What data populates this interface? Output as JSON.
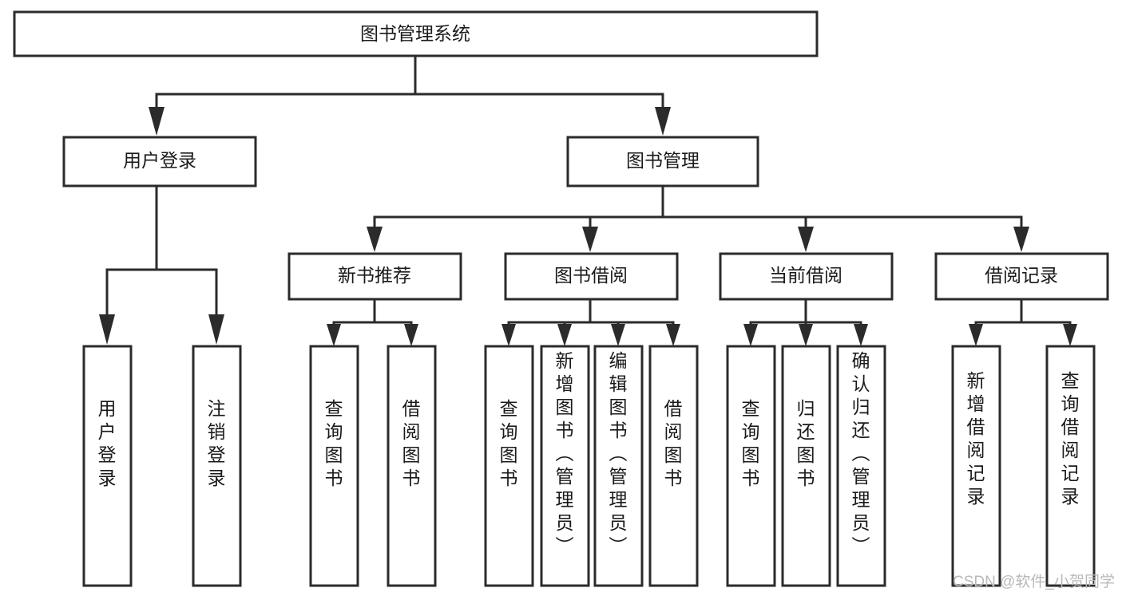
{
  "diagram": {
    "title": "图书管理系统",
    "type": "hierarchy-tree",
    "watermark": "CSDN @软件_小贺同学",
    "levels": [
      {
        "level": 1,
        "nodes": [
          {
            "id": "root",
            "label": "图书管理系统",
            "orientation": "horizontal"
          }
        ]
      },
      {
        "level": 2,
        "nodes": [
          {
            "id": "user-login",
            "label": "用户登录",
            "orientation": "horizontal",
            "parent": "root"
          },
          {
            "id": "book-manage",
            "label": "图书管理",
            "orientation": "horizontal",
            "parent": "root"
          }
        ]
      },
      {
        "level": 3,
        "nodes": [
          {
            "id": "new-book-rec",
            "label": "新书推荐",
            "orientation": "horizontal",
            "parent": "book-manage"
          },
          {
            "id": "book-borrow",
            "label": "图书借阅",
            "orientation": "horizontal",
            "parent": "book-manage"
          },
          {
            "id": "current-borrow",
            "label": "当前借阅",
            "orientation": "horizontal",
            "parent": "book-manage"
          },
          {
            "id": "borrow-record",
            "label": "借阅记录",
            "orientation": "horizontal",
            "parent": "book-manage"
          }
        ]
      },
      {
        "level": 4,
        "nodes": [
          {
            "id": "leaf-user-login",
            "label": "用户登录",
            "orientation": "vertical",
            "parent": "user-login"
          },
          {
            "id": "leaf-user-logout",
            "label": "注销登录",
            "orientation": "vertical",
            "parent": "user-login"
          },
          {
            "id": "leaf-query-book-1",
            "label": "查询图书",
            "orientation": "vertical",
            "parent": "new-book-rec"
          },
          {
            "id": "leaf-borrow-book-1",
            "label": "借阅图书",
            "orientation": "vertical",
            "parent": "new-book-rec"
          },
          {
            "id": "leaf-query-book-2",
            "label": "查询图书",
            "orientation": "vertical",
            "parent": "book-borrow"
          },
          {
            "id": "leaf-add-book",
            "label": "新增图书（管理员）",
            "orientation": "vertical",
            "parent": "book-borrow"
          },
          {
            "id": "leaf-edit-book",
            "label": "编辑图书（管理员）",
            "orientation": "vertical",
            "parent": "book-borrow"
          },
          {
            "id": "leaf-borrow-book-2",
            "label": "借阅图书",
            "orientation": "vertical",
            "parent": "book-borrow"
          },
          {
            "id": "leaf-query-book-3",
            "label": "查询图书",
            "orientation": "vertical",
            "parent": "current-borrow"
          },
          {
            "id": "leaf-return-book",
            "label": "归还图书",
            "orientation": "vertical",
            "parent": "current-borrow"
          },
          {
            "id": "leaf-confirm-return",
            "label": "确认归还（管理员）",
            "orientation": "vertical",
            "parent": "current-borrow"
          },
          {
            "id": "leaf-add-record",
            "label": "新增借阅记录",
            "orientation": "vertical",
            "parent": "borrow-record"
          },
          {
            "id": "leaf-query-record",
            "label": "查询借阅记录",
            "orientation": "vertical",
            "parent": "borrow-record"
          }
        ]
      }
    ],
    "colors": {
      "stroke": "#2b2b2b",
      "fill": "#ffffff",
      "text": "#1a1a1a",
      "watermark": "#b9b9b9"
    }
  }
}
